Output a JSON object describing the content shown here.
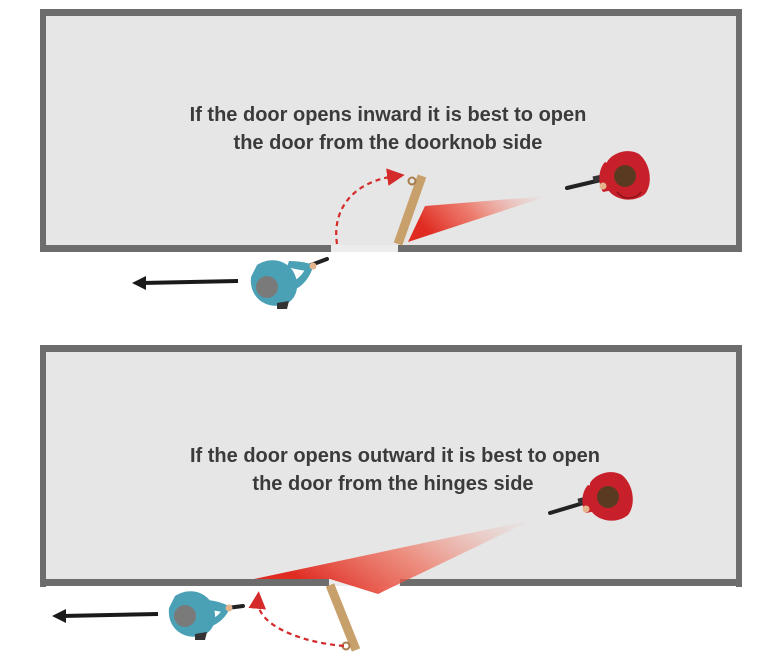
{
  "panels": [
    {
      "caption_line1": "If the door opens inward it is best to open",
      "caption_line2": "the door from the doorknob side"
    },
    {
      "caption_line1": "If the door opens outward it is best to open",
      "caption_line2": "the door from the hinges side"
    }
  ],
  "colors": {
    "wall": "#6d6d6d",
    "room_fill": "#e6e6e6",
    "door": "#c8a06c",
    "shooter_shirt": "#c8202a",
    "officer_shirt": "#4aa0b4",
    "danger_cone": "#e8312b",
    "swing_arc": "#d42a2a",
    "arrow": "#1a1a1a"
  },
  "icons": {
    "shooter": "person-with-rifle-topdown-icon",
    "officer": "person-with-pistol-topdown-icon",
    "direction": "arrow-left-icon"
  }
}
